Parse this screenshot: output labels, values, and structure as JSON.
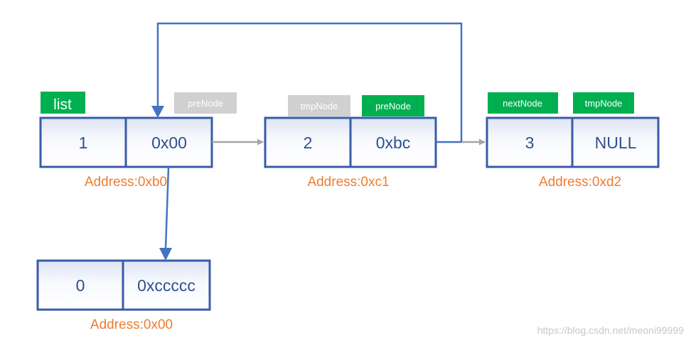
{
  "labels": {
    "list": "list",
    "prenode_a": "preNode",
    "tmpnode_a": "tmpNode",
    "prenode_b": "preNode",
    "nextnode": "nextNode",
    "tmpnode_b": "tmpNode"
  },
  "nodes": {
    "node1": {
      "value": "1",
      "pointer": "0x00",
      "address": "Address:0xb0"
    },
    "node2": {
      "value": "2",
      "pointer": "0xbc",
      "address": "Address:0xc1"
    },
    "node3": {
      "value": "3",
      "pointer": "NULL",
      "address": "Address:0xd2"
    },
    "node0": {
      "value": "0",
      "pointer": "0xccccc",
      "address": "Address:0x00"
    }
  },
  "watermark": "https://blog.csdn.net/meoni99999",
  "colors": {
    "node_border": "#3a5ba8",
    "node_text": "#2f4f8f",
    "address_text": "#ed7d31",
    "tag_green": "#00b050",
    "tag_gray": "#d0d0d0",
    "arrow_blue": "#4472c4",
    "arrow_gray": "#a6a6a6"
  }
}
